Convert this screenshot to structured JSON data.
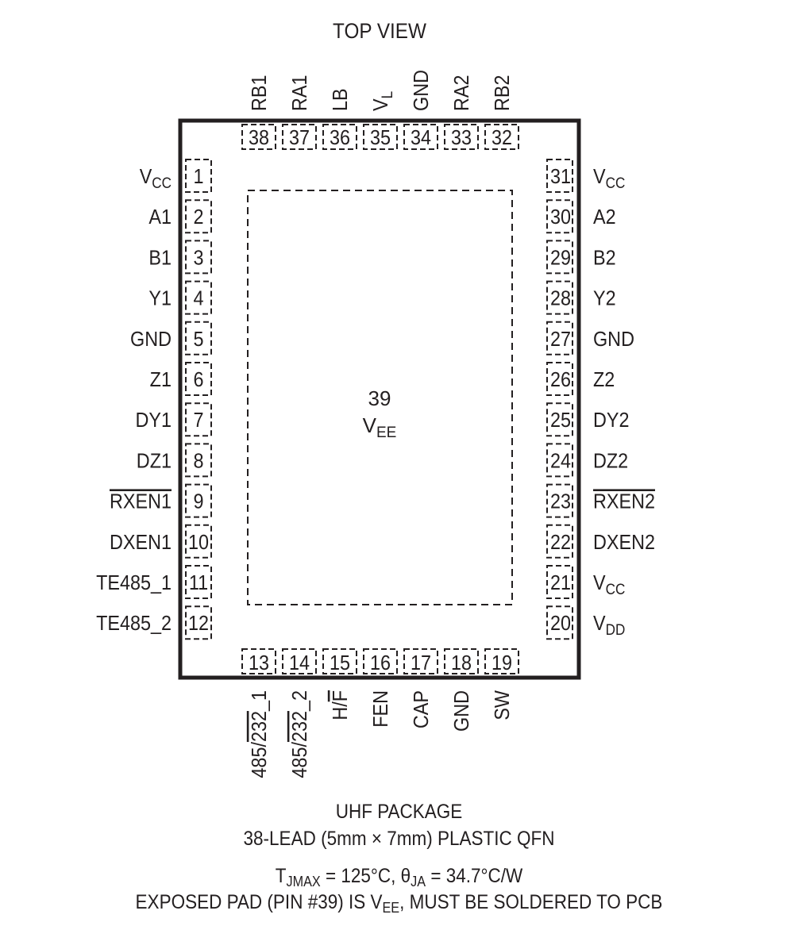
{
  "title": "TOP VIEW",
  "pad": {
    "number": "39",
    "name": "V",
    "name_sub": "EE"
  },
  "pins_left": [
    {
      "num": "1",
      "name": "V",
      "sub": "CC",
      "overline": false
    },
    {
      "num": "2",
      "name": "A1",
      "sub": "",
      "overline": false
    },
    {
      "num": "3",
      "name": "B1",
      "sub": "",
      "overline": false
    },
    {
      "num": "4",
      "name": "Y1",
      "sub": "",
      "overline": false
    },
    {
      "num": "5",
      "name": "GND",
      "sub": "",
      "overline": false
    },
    {
      "num": "6",
      "name": "Z1",
      "sub": "",
      "overline": false
    },
    {
      "num": "7",
      "name": "DY1",
      "sub": "",
      "overline": false
    },
    {
      "num": "8",
      "name": "DZ1",
      "sub": "",
      "overline": false
    },
    {
      "num": "9",
      "name": "RXEN1",
      "sub": "",
      "overline": true
    },
    {
      "num": "10",
      "name": "DXEN1",
      "sub": "",
      "overline": false
    },
    {
      "num": "11",
      "name": "TE485_1",
      "sub": "",
      "overline": false
    },
    {
      "num": "12",
      "name": "TE485_2",
      "sub": "",
      "overline": false
    }
  ],
  "pins_right": [
    {
      "num": "31",
      "name": "V",
      "sub": "CC",
      "overline": false
    },
    {
      "num": "30",
      "name": "A2",
      "sub": "",
      "overline": false
    },
    {
      "num": "29",
      "name": "B2",
      "sub": "",
      "overline": false
    },
    {
      "num": "28",
      "name": "Y2",
      "sub": "",
      "overline": false
    },
    {
      "num": "27",
      "name": "GND",
      "sub": "",
      "overline": false
    },
    {
      "num": "26",
      "name": "Z2",
      "sub": "",
      "overline": false
    },
    {
      "num": "25",
      "name": "DY2",
      "sub": "",
      "overline": false
    },
    {
      "num": "24",
      "name": "DZ2",
      "sub": "",
      "overline": false
    },
    {
      "num": "23",
      "name": "RXEN2",
      "sub": "",
      "overline": true
    },
    {
      "num": "22",
      "name": "DXEN2",
      "sub": "",
      "overline": false
    },
    {
      "num": "21",
      "name": "V",
      "sub": "CC",
      "overline": false
    },
    {
      "num": "20",
      "name": "V",
      "sub": "DD",
      "overline": false
    }
  ],
  "pins_top": [
    {
      "num": "38",
      "name": "RB1",
      "sub": ""
    },
    {
      "num": "37",
      "name": "RA1",
      "sub": ""
    },
    {
      "num": "36",
      "name": "LB",
      "sub": ""
    },
    {
      "num": "35",
      "name": "V",
      "sub": "L"
    },
    {
      "num": "34",
      "name": "GND",
      "sub": ""
    },
    {
      "num": "33",
      "name": "RA2",
      "sub": ""
    },
    {
      "num": "32",
      "name": "RB2",
      "sub": ""
    }
  ],
  "pins_bottom": [
    {
      "num": "13",
      "pre": "485/",
      "over": "232",
      "post": "_1"
    },
    {
      "num": "14",
      "pre": "485/",
      "over": "232",
      "post": "_2"
    },
    {
      "num": "15",
      "pre": "H/",
      "over": "F",
      "post": ""
    },
    {
      "num": "16",
      "pre": "FEN",
      "over": "",
      "post": ""
    },
    {
      "num": "17",
      "pre": "CAP",
      "over": "",
      "post": ""
    },
    {
      "num": "18",
      "pre": "GND",
      "over": "",
      "post": ""
    },
    {
      "num": "19",
      "pre": "SW",
      "over": "",
      "post": ""
    }
  ],
  "caption": {
    "package": "UHF PACKAGE",
    "lead": "38-LEAD (5mm × 7mm) PLASTIC QFN",
    "thermal_t": "T",
    "thermal_t_sub": "JMAX",
    "thermal_mid": " = 125°C, θ",
    "thermal_theta_sub": "JA",
    "thermal_end": " = 34.7°C/W",
    "exposed_pre": "EXPOSED PAD (PIN #39) IS V",
    "exposed_sub": "EE",
    "exposed_post": ", MUST BE SOLDERED TO PCB"
  }
}
